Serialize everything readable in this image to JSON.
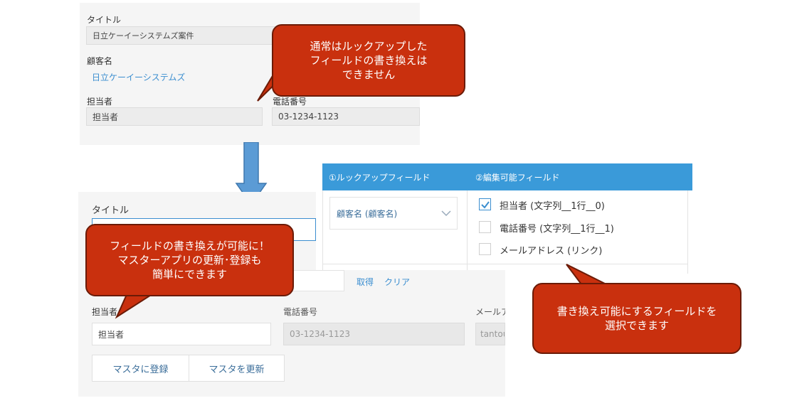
{
  "top_form": {
    "title_label": "タイトル",
    "title_value": "日立ケーイーシステムズ案件",
    "customer_label": "顧客名",
    "customer_value": "日立ケーイーシステムズ",
    "person_label": "担当者",
    "person_value": "担当者",
    "phone_label": "電話番号",
    "phone_value": "03-1234-1123"
  },
  "callout_top": {
    "line1": "通常はルックアップした",
    "line2": "フィールドの書き換えは",
    "line3": "できません"
  },
  "settings_table": {
    "col1_header": "①ルックアップフィールド",
    "col2_header": "②編集可能フィールド",
    "lookup_select": "顧客名 (顧客名)",
    "options": [
      {
        "label": "担当者 (文字列__1行__0)",
        "checked": true
      },
      {
        "label": "電話番号 (文字列__1行__1)",
        "checked": false
      },
      {
        "label": "メールアドレス (リンク)",
        "checked": false
      }
    ]
  },
  "bottom_form": {
    "title_label": "タイトル",
    "get_link": "取得",
    "clear_link": "クリア",
    "person_label": "担当者",
    "person_value": "担当者",
    "phone_label": "電話番号",
    "phone_value": "03-1234-1123",
    "email_label_partial": "メールア",
    "email_value_partial": "tantou",
    "register_button": "マスタに登録",
    "update_button": "マスタを更新"
  },
  "callout_bottom": {
    "line1": "フィールドの書き換えが可能に！",
    "line2": "マスターアプリの更新･登録も",
    "line3": "簡単にできます"
  },
  "callout_right": {
    "line1": "書き換え可能にするフィールドを",
    "line2": "選択できます"
  },
  "colors": {
    "callout": "#c9300e",
    "header": "#3a9ad9",
    "arrow": "#5b9bd5",
    "link": "#3b8ed0"
  }
}
